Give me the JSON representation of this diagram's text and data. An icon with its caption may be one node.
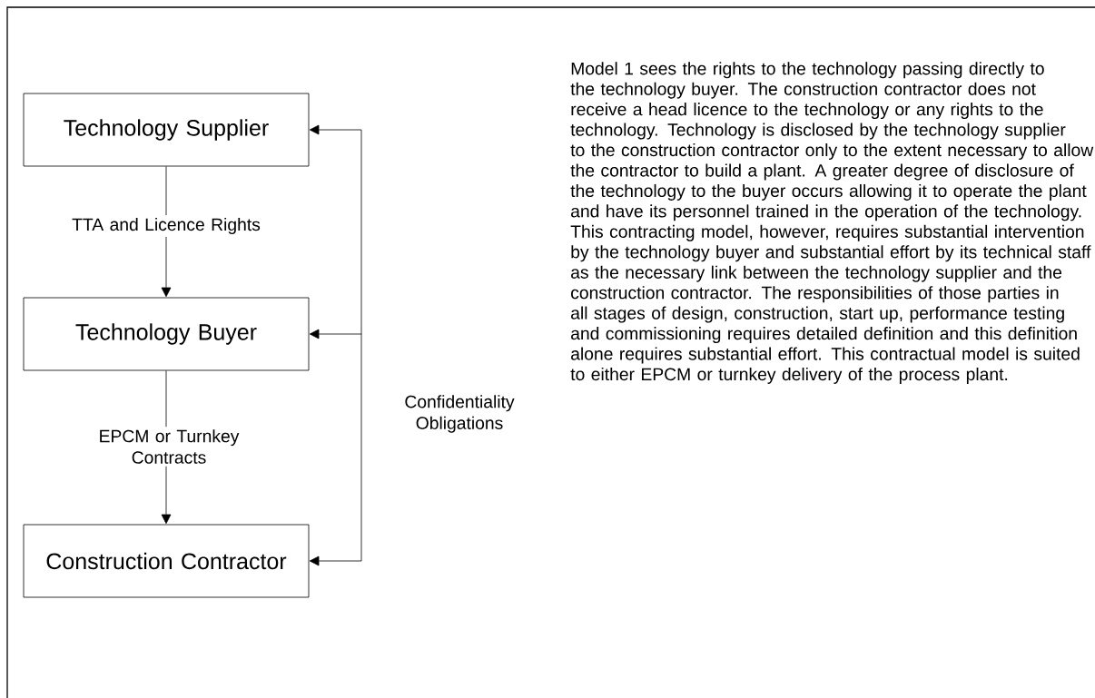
{
  "diagram": {
    "nodes": [
      {
        "text": [
          "Technology Supplier"
        ]
      },
      {
        "text": [
          "Technology Buyer"
        ]
      },
      {
        "text": [
          "Construction Contractor"
        ]
      }
    ],
    "edges": [
      {
        "from": 0,
        "to": 1,
        "arrow": "to",
        "label": "TTA and Licence Rights"
      },
      {
        "from": 1,
        "to": 2,
        "arrow": "to",
        "label": "EPCM or Turnkey Contracts"
      },
      {
        "from": null,
        "to": 0,
        "arrow": "to"
      },
      {
        "from": null,
        "to": 1,
        "arrow": "to"
      },
      {
        "from": null,
        "to": 2,
        "arrow": "to"
      }
    ],
    "labels": [
      "Confidentiality Obligations",
      "Model 1 sees the rights to the technology passing directly to the technology buyer. The construction contractor does not receive a head licence to the technology or any rights to the technology. Technology is disclosed by the technology supplier to the construction contractor only to the extent necessary to allow the contractor to build a plant. A greater degree of disclosure of the technology to the buyer occurs allowing it to operate the plant and have its personnel trained in the operation of the technology. This contracting model, however, requires substantial intervention by the technology buyer and substantial effort by its technical staff as the necessary link between the technology supplier and the construction contractor. The responsibilities of those parties in all stages of design, construction, start up, performance testing and commissioning requires detailed definition and this definition alone requires substantial effort. This contractual model is suited to either EPCM or turnkey delivery of the process plant."
    ]
  }
}
